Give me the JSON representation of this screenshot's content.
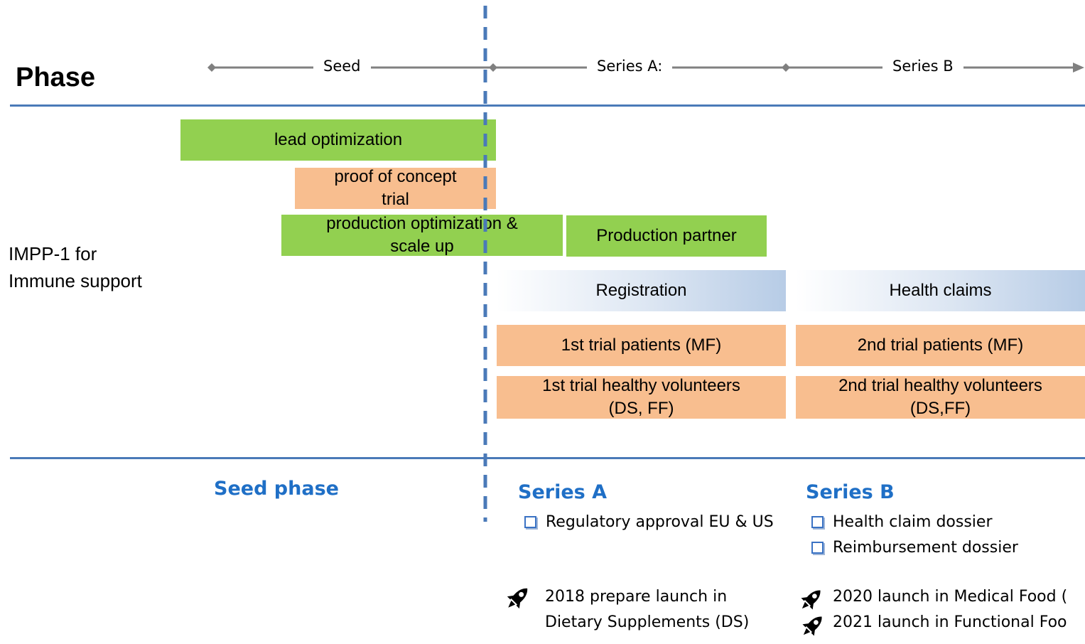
{
  "header": {
    "title": "Phase"
  },
  "timeline": {
    "seed": "Seed",
    "series_a": "Series A:",
    "series_b": "Series B"
  },
  "product": {
    "line1": "IMPP-1 for",
    "line2": "Immune support"
  },
  "bars": {
    "lead_optimization": "lead optimization",
    "proof_of_concept_1": "proof of concept",
    "proof_of_concept_2": "trial",
    "production_opt_1": "production optimization &",
    "production_opt_2": "scale up",
    "production_partner": "Production partner",
    "registration": "Registration",
    "health_claims": "Health claims",
    "trial1_patients": "1st trial patients (MF)",
    "trial2_patients": "2nd trial patients (MF)",
    "trial1_healthy_1": "1st trial healthy volunteers",
    "trial1_healthy_2": "(DS, FF)",
    "trial2_healthy_1": "2nd trial healthy volunteers",
    "trial2_healthy_2": "(DS,FF)"
  },
  "sections": {
    "seed_title": "Seed phase",
    "series_a_title": "Series A",
    "series_a_items": [
      "Regulatory approval EU & US"
    ],
    "series_b_title": "Series B",
    "series_b_items": [
      "Health claim dossier",
      "Reimbursement dossier"
    ]
  },
  "milestones": {
    "a_line1": "2018 prepare  launch in",
    "a_line2": "Dietary Supplements (DS)",
    "b_line1": "2020 launch in Medical Food (",
    "b_line2": "2021 launch in Functional Foo"
  },
  "icons": {
    "rocket": "rocket-icon",
    "checkbox": "checkbox-icon"
  },
  "colors": {
    "green_bar": "#92d050",
    "peach_bar": "#f8be8f",
    "rule_blue": "#4a7ab8",
    "section_blue": "#1f6fc6",
    "timeline_gray": "#808080",
    "gradient_blue": "#b7cce6"
  }
}
